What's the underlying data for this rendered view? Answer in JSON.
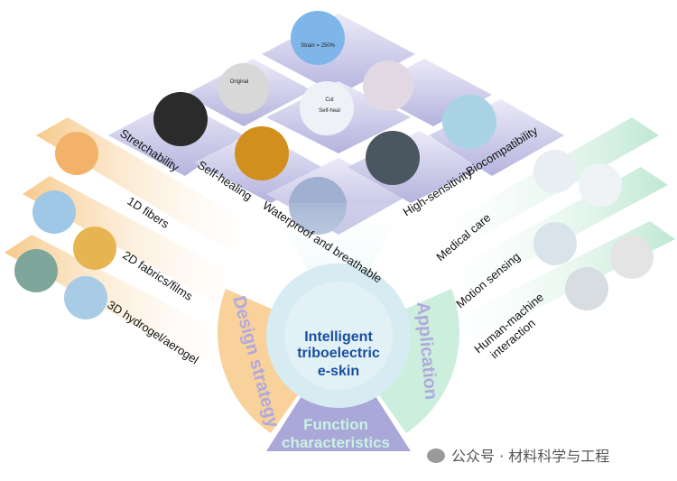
{
  "center": {
    "line1": "Intelligent",
    "line2": "triboelectric",
    "line3": "e-skin"
  },
  "sectors": {
    "design": "Design strategy",
    "application": "Application",
    "function_line1": "Function",
    "function_line2": "characteristics"
  },
  "design_items": [
    "1D fibers",
    "2D fabrics/films",
    "3D hydrogel/aerogel"
  ],
  "application_items": [
    "Medical care",
    "Motion sensing",
    "Human-machine",
    "interaction"
  ],
  "function_items": [
    "Stretchability",
    "Self-healing",
    "Waterproof and breathable",
    "High-sensitivity",
    "Biocompatibility"
  ],
  "photo_labels": {
    "strain": "Strain = 250%",
    "original": "Original",
    "cut": "Cut",
    "self_heal": "Self-heal"
  },
  "watermark": "公众号 · 材料科学与工程",
  "colors": {
    "orange": "#f7c98a",
    "green": "#bfe8d3",
    "purple": "#a9a8d8",
    "center": "#cfe9f0",
    "title_blue": "#1a4fa0",
    "mint_text": "#c9f2e2"
  }
}
